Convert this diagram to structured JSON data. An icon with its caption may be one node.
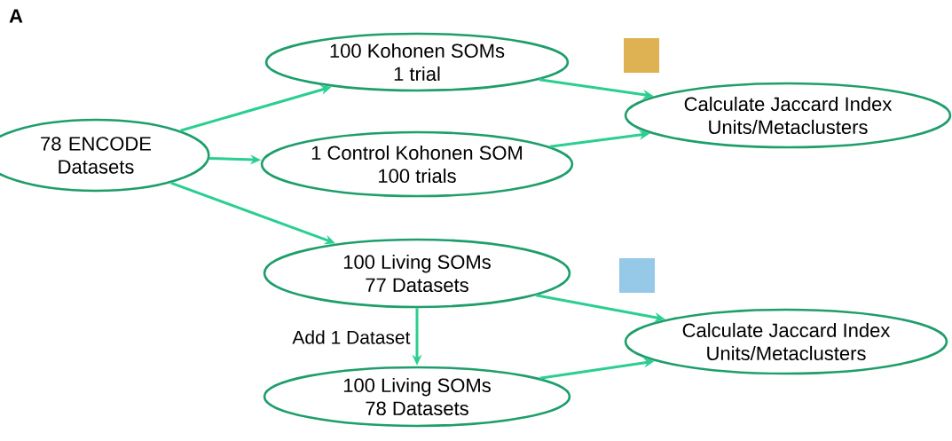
{
  "diagram": {
    "nodes": [
      {
        "text": [
          "78 ENCODE Datasets"
        ]
      },
      {
        "text": [
          "100 Kohonen SOMs",
          "1 trial"
        ]
      },
      {
        "text": [
          "1 Control Kohonen SOM",
          "100 trials"
        ]
      },
      {
        "text": [
          "100 Living SOMs",
          "77 Datasets"
        ]
      },
      {
        "text": [
          "100 Living SOMs",
          "78 Datasets"
        ]
      },
      {
        "text": [
          "Calculate Jaccard Index",
          "Units/Metaclusters"
        ]
      },
      {
        "text": [
          "Calculate Jaccard Index",
          "Units/Metaclusters"
        ]
      }
    ],
    "edges": [
      {
        "from": 0,
        "to": 1,
        "arrow": "to"
      },
      {
        "from": 0,
        "to": 2,
        "arrow": "to"
      },
      {
        "from": 0,
        "to": 3,
        "arrow": "to"
      },
      {
        "from": 1,
        "to": 5,
        "arrow": "to"
      },
      {
        "from": 2,
        "to": 5,
        "arrow": "to"
      },
      {
        "from": 3,
        "to": 4,
        "arrow": "to",
        "label": "Add 1 Dataset"
      },
      {
        "from": 3,
        "to": 6,
        "arrow": "to"
      },
      {
        "from": 4,
        "to": 6,
        "arrow": "to"
      }
    ],
    "labels": [
      "A"
    ]
  }
}
